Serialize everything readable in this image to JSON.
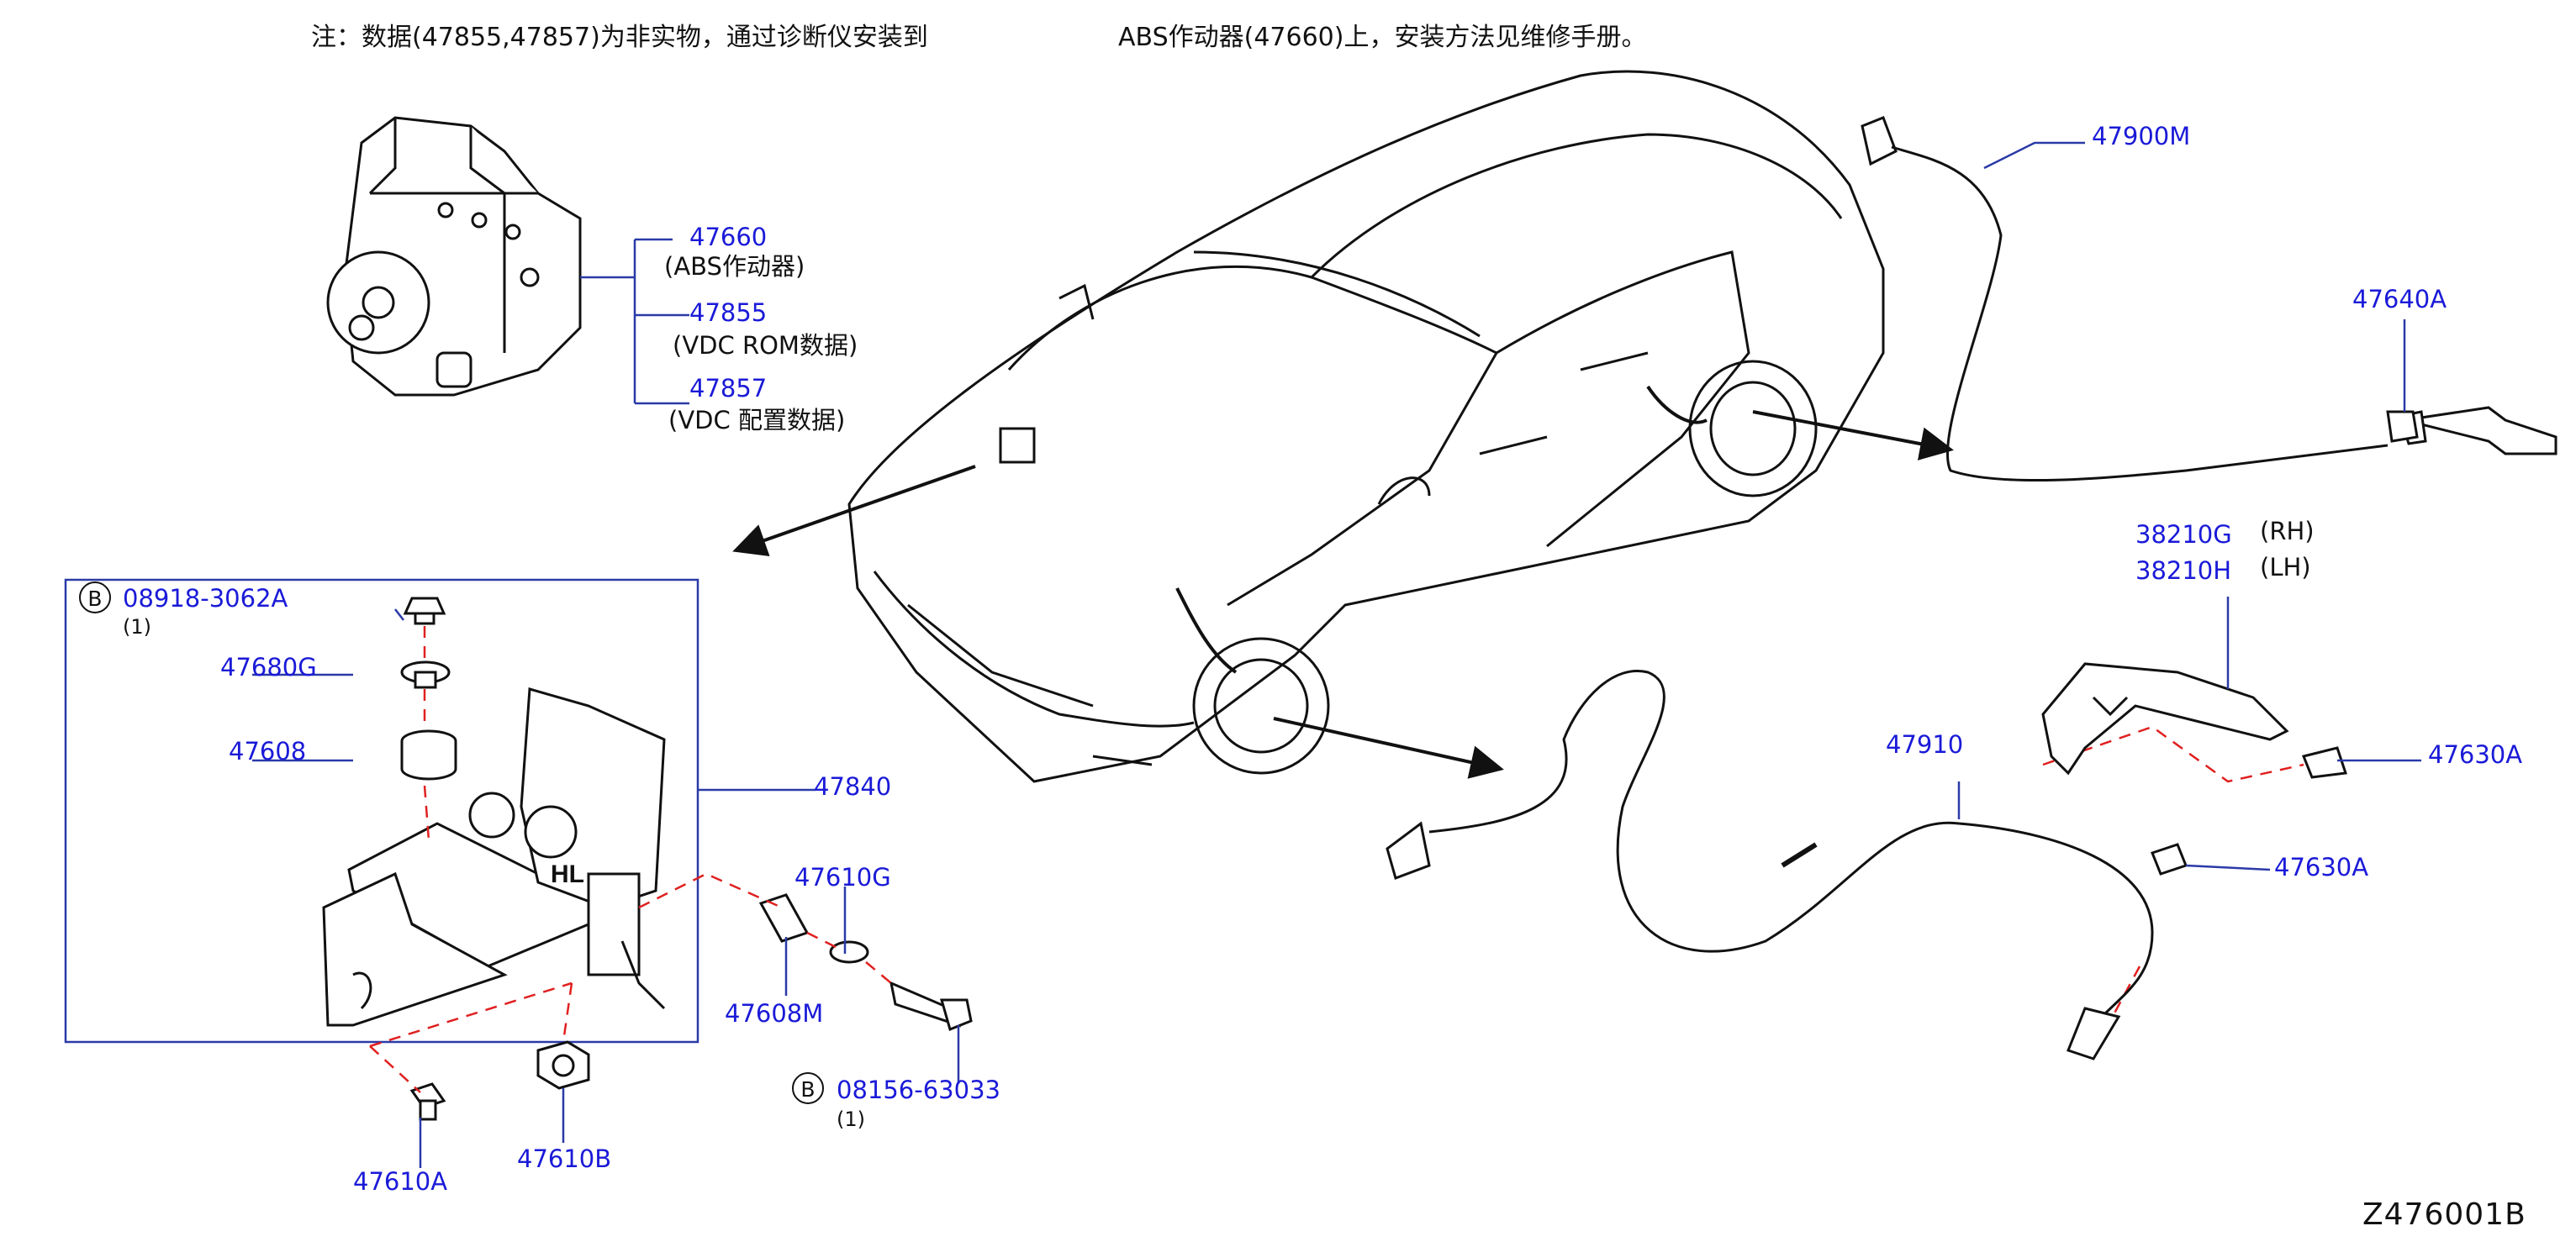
{
  "note": {
    "left": "注：数据(47855,47857)为非实物，通过诊断仪安装到",
    "right": "ABS作动器(47660)上，安装方法见维修手册。"
  },
  "abs_unit": {
    "part1": "47660",
    "part1_desc": "(ABS作动器)",
    "part2": "47855",
    "part2_desc": "(VDC ROM数据)",
    "part3": "47857",
    "part3_desc": "(VDC 配置数据)"
  },
  "bracket_group": {
    "b_marker": "B",
    "bolt": "08918-3062A",
    "bolt_qty": "(1)",
    "washer": "47680G",
    "grommet": "47608",
    "bracket": "47840",
    "collar": "47610G",
    "grommet2": "47608M",
    "bolt2_marker": "B",
    "bolt2": "08156-63033",
    "bolt2_qty": "(1)",
    "screw": "47610A",
    "nut": "47610B"
  },
  "rear_sensor": {
    "harness": "47900M",
    "bolt": "47640A"
  },
  "front_sensor": {
    "bracket_rh": "38210G",
    "rh": "(RH)",
    "bracket_lh": "38210H",
    "lh": "(LH)",
    "bolt_a": "47630A",
    "sensor": "47910",
    "bolt_b": "47630A"
  },
  "diagram_code": "Z476001B",
  "bracket_stamp": "HL",
  "colors": {
    "label_blue": "#1a1ad8",
    "line_black": "#111111",
    "dash_red": "#e02020",
    "leader_blue": "#2a3aa8"
  },
  "icons": [
    "abs-actuator-icon",
    "bracket-icon",
    "bolt-icon",
    "nut-icon",
    "grommet-icon",
    "wheel-sensor-icon",
    "car-outline-icon",
    "arrow-icon"
  ]
}
